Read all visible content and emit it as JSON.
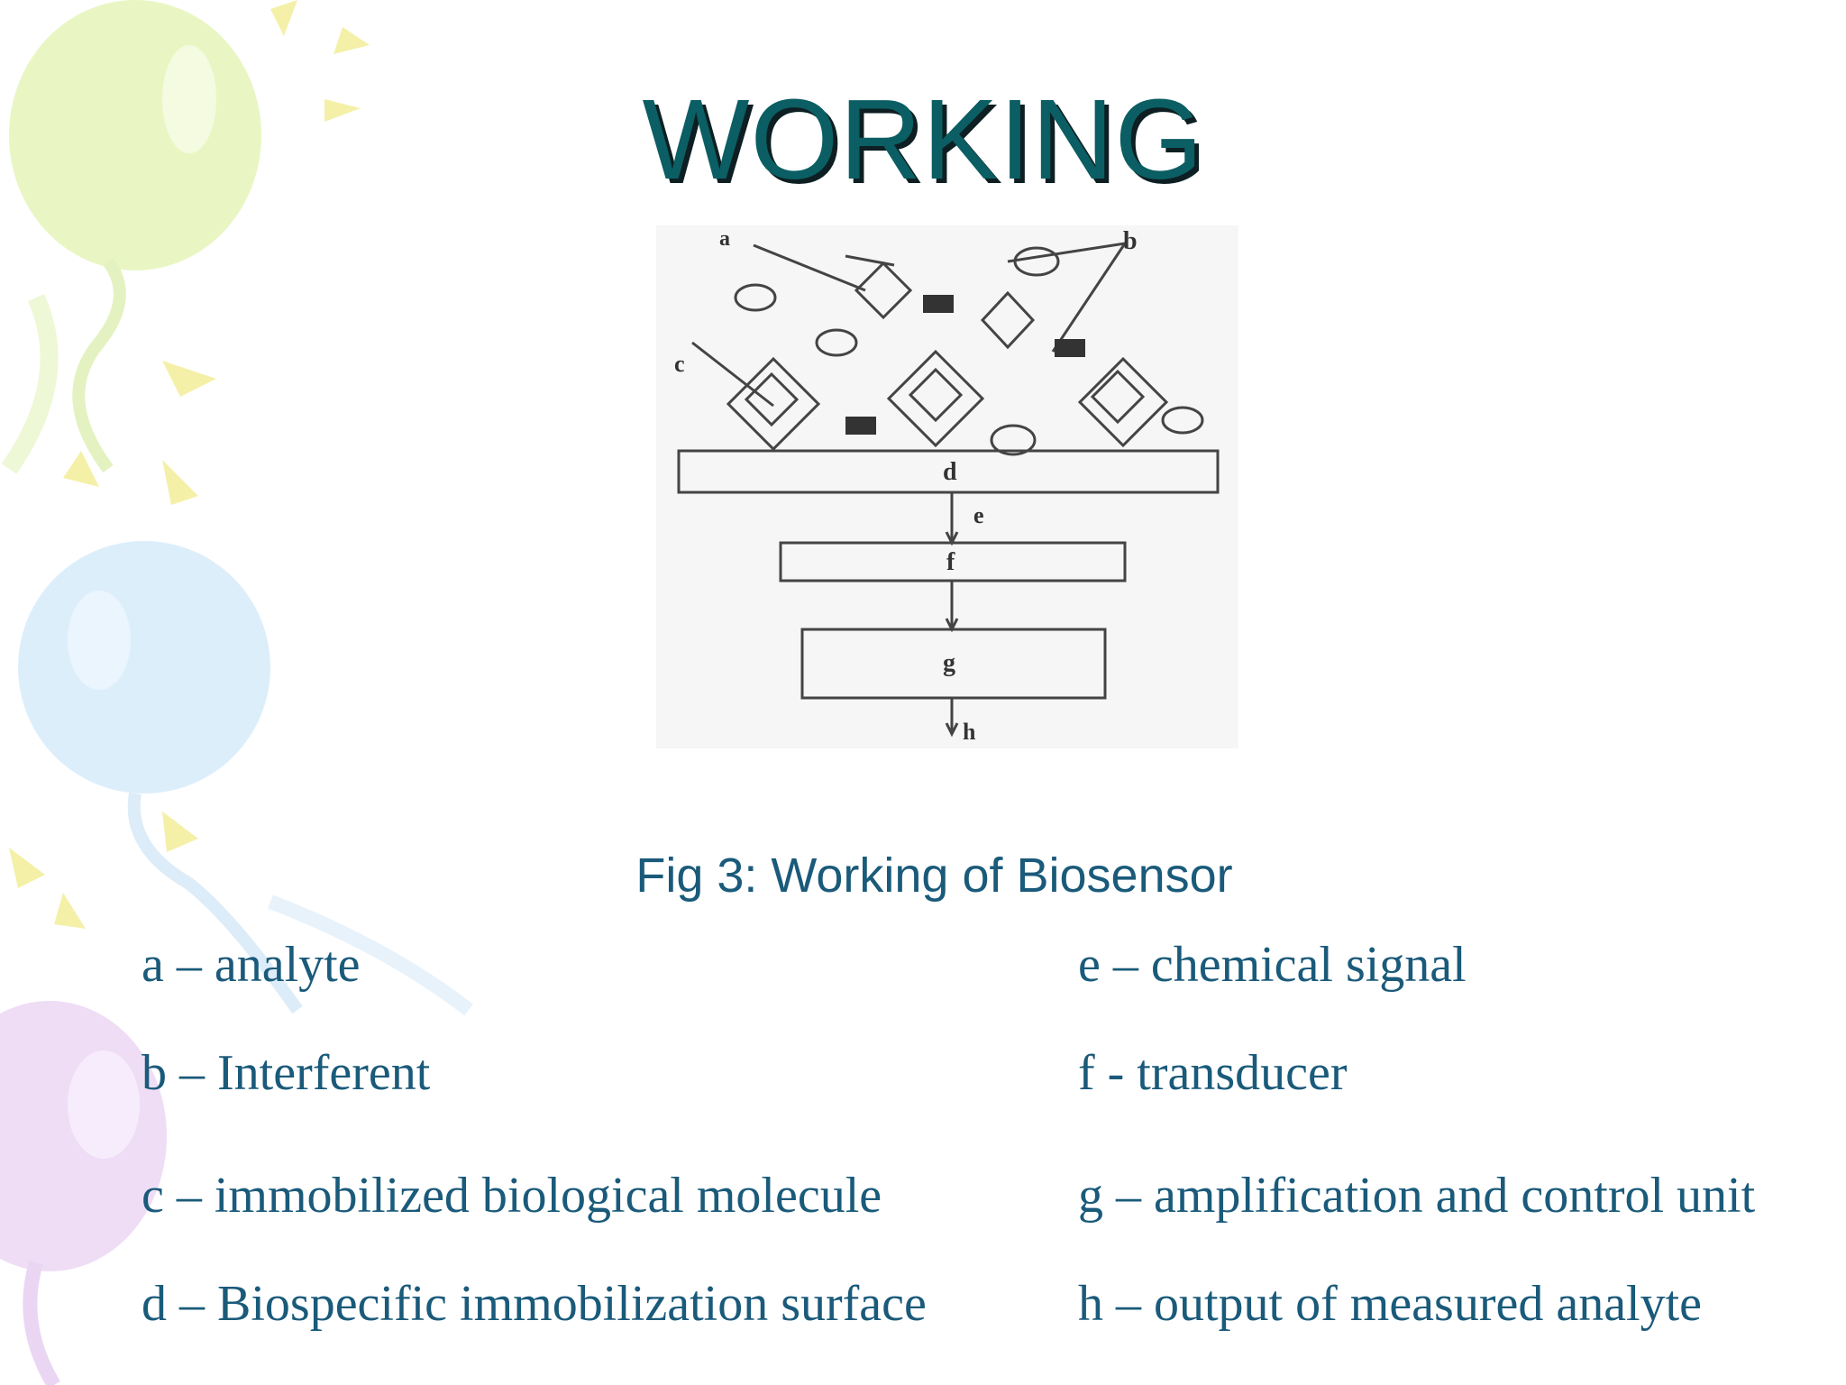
{
  "slide": {
    "title": "WORKING",
    "caption": "Fig 3: Working of Biosensor"
  },
  "figure": {
    "labels": {
      "a": "a",
      "b": "b",
      "c": "c",
      "d": "d",
      "e": "e",
      "f": "f",
      "g": "g",
      "h": "h"
    }
  },
  "legend": {
    "left": [
      "a – analyte",
      "b – Interferent",
      "c – immobilized biological molecule",
      "d – Biospecific immobilization surface"
    ],
    "right": [
      "e – chemical signal",
      "f - transducer",
      "g – amplification and control unit",
      "h – output of measured analyte"
    ]
  },
  "colors": {
    "title": "#0b5e63",
    "title_shadow": "#0d1f22",
    "text": "#1a5a7a",
    "balloon_green": "#e9f6c4",
    "balloon_blue": "#ddeefb",
    "balloon_purple": "#efddf6",
    "sun_yellow": "#f4f0a8"
  },
  "icons": [
    "balloon-green-icon",
    "balloon-blue-icon",
    "balloon-purple-icon",
    "sun-ray-icon"
  ]
}
